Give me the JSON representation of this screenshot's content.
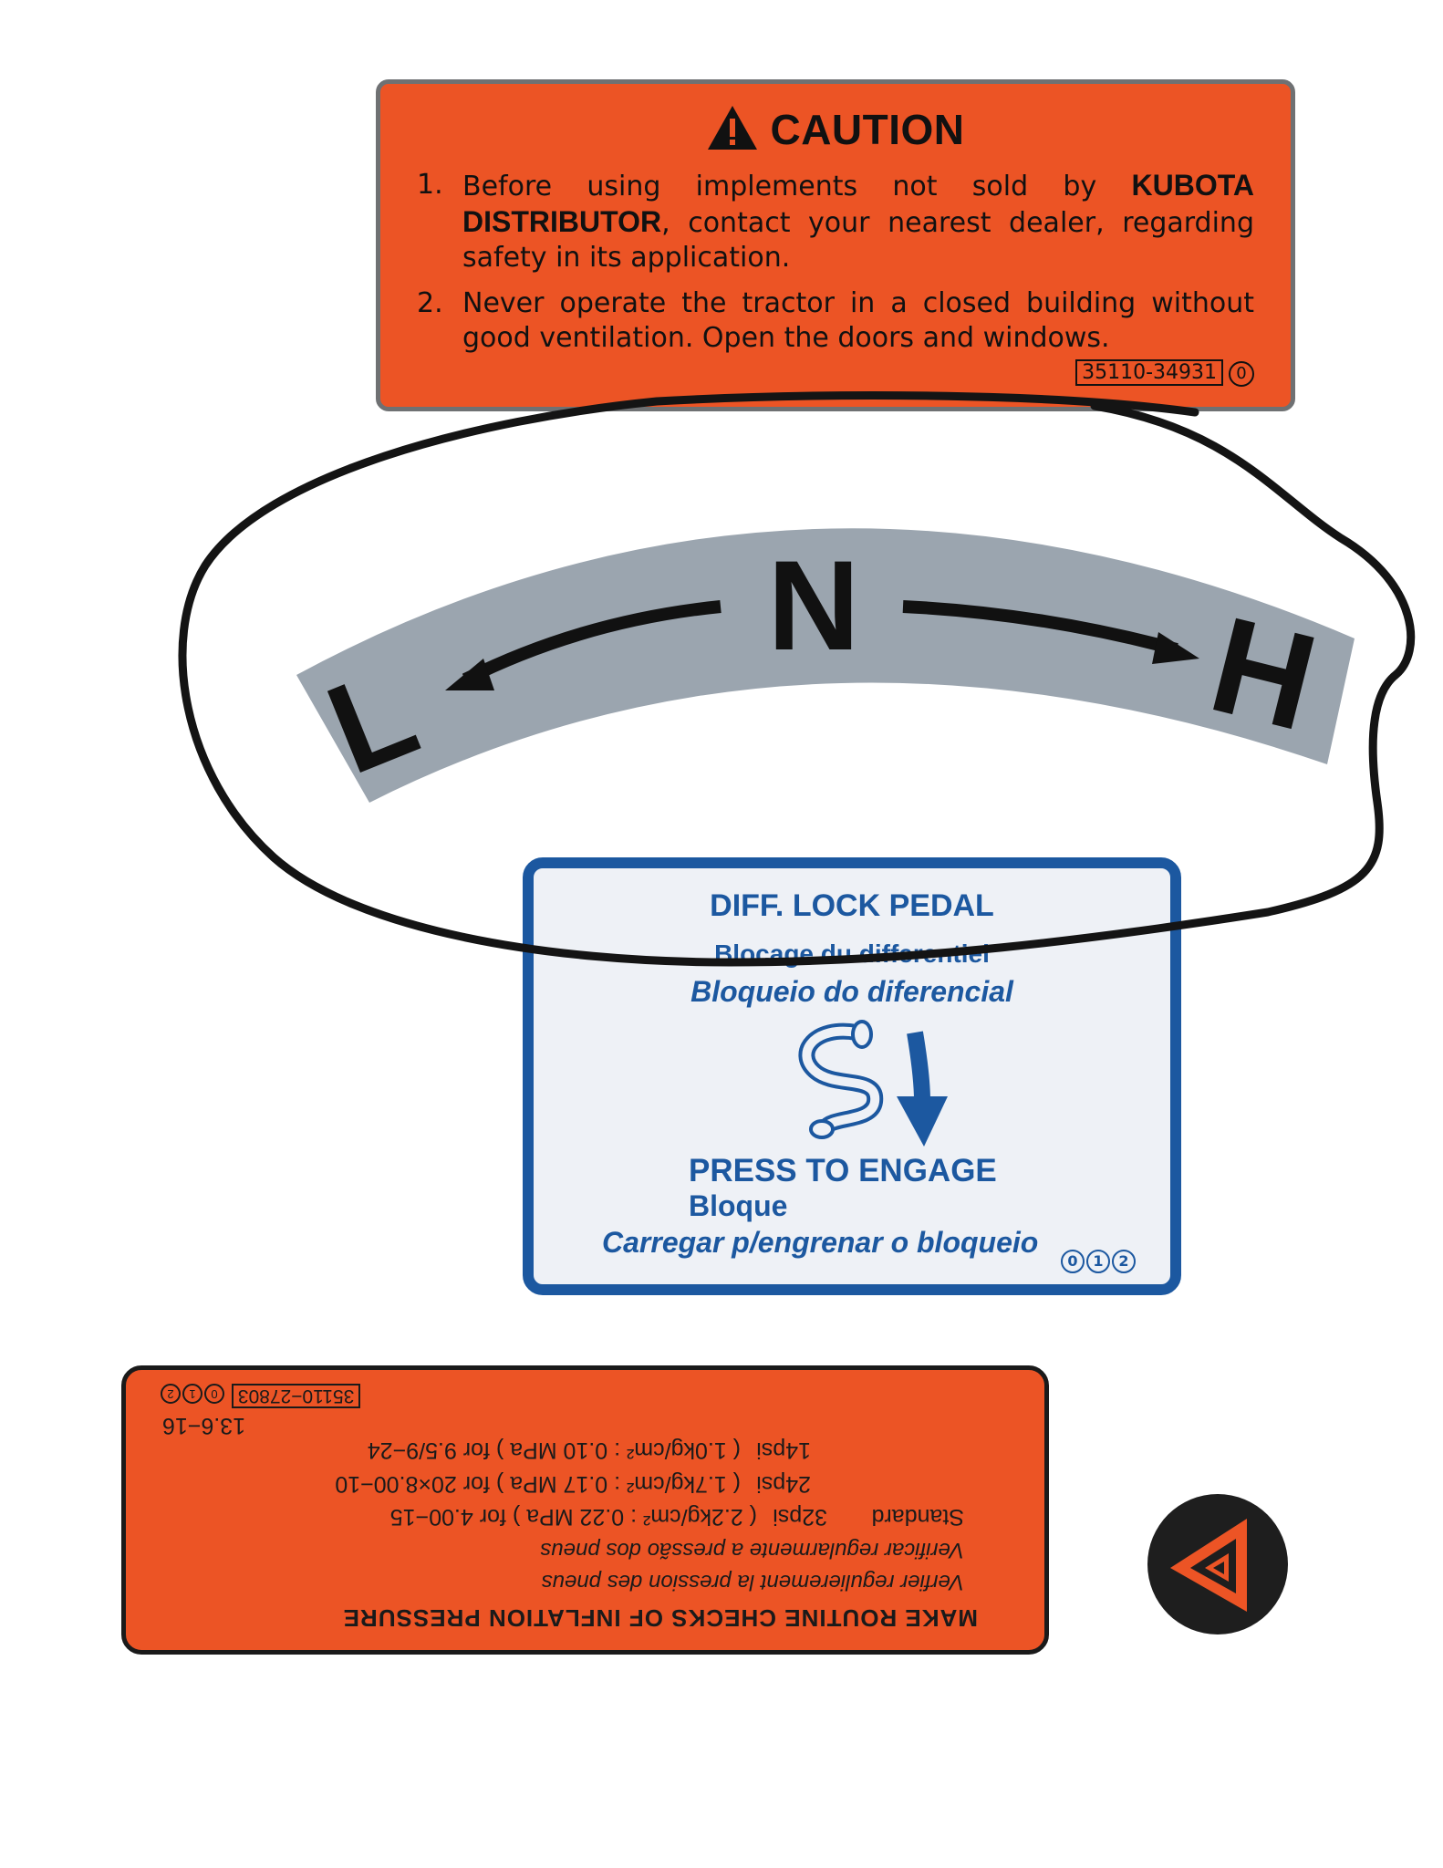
{
  "caution_decal": {
    "heading": "CAUTION",
    "item1_number": "1.",
    "item1_text_before": "Before using implements not sold by ",
    "item1_brand": "KUBOTA DISTRIBUTOR",
    "item1_text_after": ", contact your nearest dealer, regarding safety in its application.",
    "item2_number": "2.",
    "item2_text": "Never operate the tractor in a closed building without good ventilation. Open the doors and windows.",
    "part_number": "35110-34931",
    "revision": "0",
    "colors": {
      "background": "#ec5425",
      "border": "#6f7173",
      "text": "#111111"
    }
  },
  "range_decal": {
    "left_label": "L",
    "center_label": "N",
    "right_label": "H",
    "colors": {
      "background": "#9ba5af",
      "text": "#111111"
    }
  },
  "difflock_decal": {
    "title": "DIFF. LOCK PEDAL",
    "line_french": "Blocage du differentiel",
    "line_portuguese": "Bloqueio do diferencial",
    "action": "PRESS TO ENGAGE",
    "action_french": "Bloque",
    "action_portuguese": "Carregar p/engrenar o bloqueio",
    "revision_marks": [
      "0",
      "1",
      "2"
    ],
    "colors": {
      "border": "#1c58a0",
      "background": "#eef1f6"
    }
  },
  "tire_decal": {
    "heading": "MAKE ROUTINE CHECKS OF INFLATION PRESSURE",
    "line_french": "Verfier regulierement la pression des pneus",
    "line_portuguese": "Verificar regularmente a pressão dos pneus",
    "standard_label": "Standard",
    "pressures": [
      {
        "psi": "32psi",
        "kg": "( 2.2kg/cm²",
        "mpa": ": 0.22 MPa )",
        "tire": "for 4.00−15"
      },
      {
        "psi": "24psi",
        "kg": "( 1.7kg/cm²",
        "mpa": ": 0.17 MPa )",
        "tire": "for 20×8.00−10"
      },
      {
        "psi": "14psi",
        "kg": "( 1.0kg/cm²",
        "mpa": ": 0.10 MPa )",
        "tire": "for 9.5/9−24"
      }
    ],
    "extra_size": "13.6−16",
    "part_number": "35110−27803",
    "revision_marks": [
      "0",
      "1",
      "2"
    ],
    "colors": {
      "background": "#ec5425",
      "border": "#1a1a1a"
    }
  },
  "hazard_decal": {
    "icon": "warning-triangle-icon",
    "colors": {
      "outer": "#1e1e1e",
      "triangle": "#ec5425"
    }
  },
  "annotation": {
    "colors": {
      "stroke": "#141414"
    }
  }
}
